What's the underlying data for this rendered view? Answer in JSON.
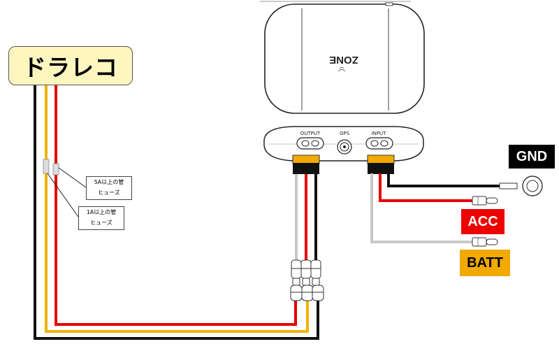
{
  "labels": {
    "dashcam": "ドラレコ",
    "gnd": "GND",
    "acc": "ACC",
    "batt": "BATT",
    "device_logo": "ZONE",
    "port_output": "OUTPUT",
    "port_gps": "GPS",
    "port_input": "INPUT"
  },
  "fuse_notes": [
    {
      "line1": "5A以上の管",
      "line2": "ヒューズ"
    },
    {
      "line1": "1A以上の管",
      "line2": "ヒューズ"
    }
  ],
  "colors": {
    "wire_black": "#111111",
    "wire_red": "#e60000",
    "wire_yellow": "#f2b200",
    "wire_gray": "#c8c8c8",
    "connector_orange": "#f2a900",
    "dashcam_bg": "#fdf6bf",
    "acc_bg": "#ee0000",
    "batt_bg": "#f2a900",
    "gnd_bg": "#000000"
  }
}
